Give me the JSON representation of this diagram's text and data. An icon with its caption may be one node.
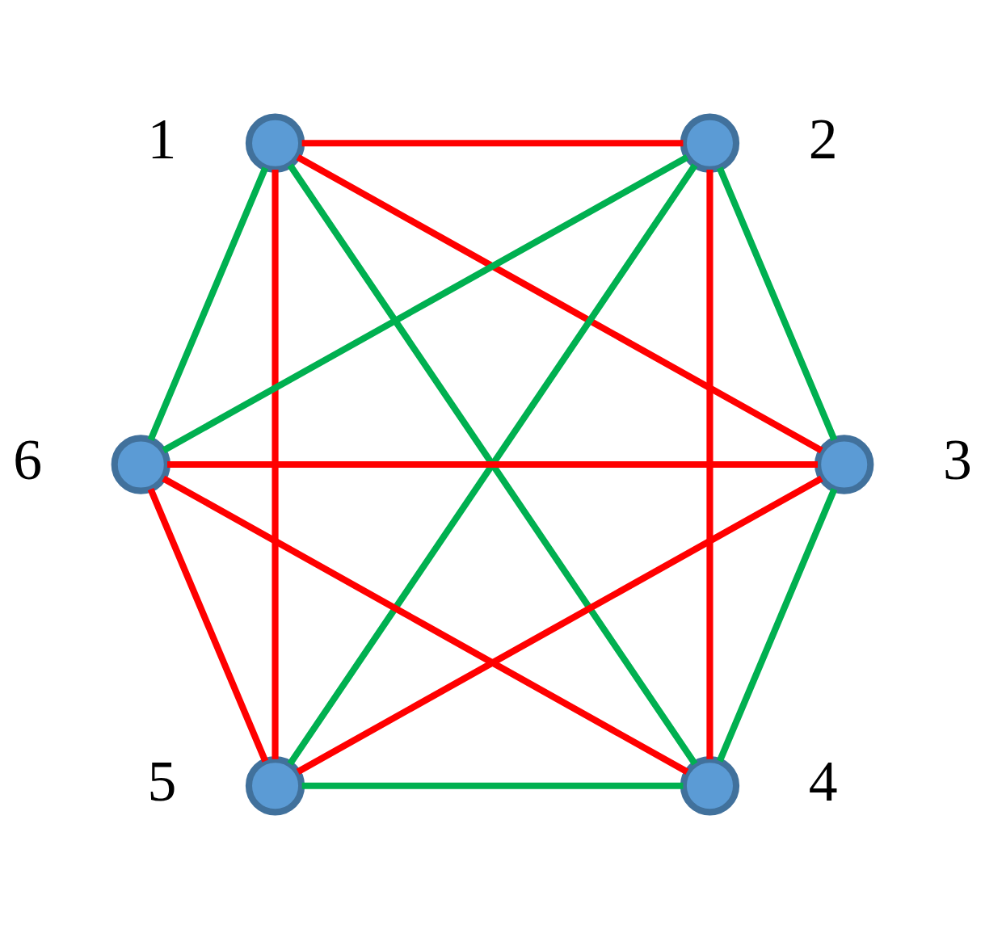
{
  "diagram": {
    "nodes": [
      {
        "text": [],
        "shape": "circle",
        "beside": [
          "1"
        ]
      },
      {
        "text": [],
        "shape": "circle",
        "beside": [
          "2"
        ]
      },
      {
        "text": [],
        "shape": "circle",
        "beside": [
          "3"
        ]
      },
      {
        "text": [],
        "shape": "circle",
        "beside": [
          "4"
        ]
      },
      {
        "text": [],
        "shape": "circle",
        "beside": [
          "5"
        ]
      },
      {
        "text": [],
        "shape": "circle",
        "beside": [
          "6"
        ]
      }
    ],
    "edges": [
      {
        "from": 0,
        "to": 1,
        "arrow": "none"
      },
      {
        "from": 0,
        "to": 5,
        "arrow": "none",
        "color": "#00b050"
      },
      {
        "from": 0,
        "to": 4,
        "arrow": "none"
      },
      {
        "from": 0,
        "to": 3,
        "arrow": "none",
        "color": "#00b050"
      },
      {
        "from": 0,
        "to": 2,
        "arrow": "none"
      },
      {
        "from": 1,
        "to": 5,
        "arrow": "none",
        "color": "#00b050"
      },
      {
        "from": 1,
        "to": 4,
        "arrow": "none",
        "color": "#00b050"
      },
      {
        "from": 1,
        "to": 3,
        "arrow": "none"
      },
      {
        "from": 1,
        "to": 2,
        "arrow": "none",
        "color": "#00b050"
      },
      {
        "from": 5,
        "to": 2,
        "arrow": "none"
      },
      {
        "from": 2,
        "to": 4,
        "arrow": "none"
      },
      {
        "from": 2,
        "to": 3,
        "arrow": "none",
        "color": "#00b050"
      },
      {
        "from": 5,
        "to": 3,
        "arrow": "none"
      },
      {
        "from": 5,
        "to": 4,
        "arrow": "none"
      },
      {
        "from": 4,
        "to": 3,
        "arrow": "none",
        "color": "#00b050"
      }
    ]
  }
}
